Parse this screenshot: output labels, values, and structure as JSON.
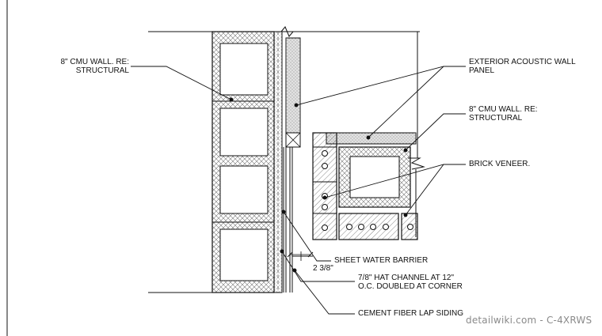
{
  "labels": {
    "cmu_wall_left_1": "8\" CMU WALL. RE:",
    "cmu_wall_left_2": "STRUCTURAL",
    "acoustic_panel_1": "EXTERIOR ACOUSTIC WALL",
    "acoustic_panel_2": "PANEL",
    "cmu_wall_right_1": "8\" CMU WALL. RE:",
    "cmu_wall_right_2": "STRUCTURAL",
    "brick_veneer": "BRICK VENEER.",
    "sheet_water_barrier": "SHEET WATER BARRIER",
    "dimension": "2 3/8\"",
    "hat_channel_1": "7/8\" HAT CHANNEL AT 12\"",
    "hat_channel_2": "O.C. DOUBLED AT CORNER",
    "cement_siding": "CEMENT FIBER LAP SIDING"
  },
  "watermark": "detailwiki.com - C-4XRWS",
  "colors": {
    "line": "#111111",
    "hatch": "#555555",
    "panel_fill": "#e2e2e2",
    "background": "#ffffff"
  }
}
